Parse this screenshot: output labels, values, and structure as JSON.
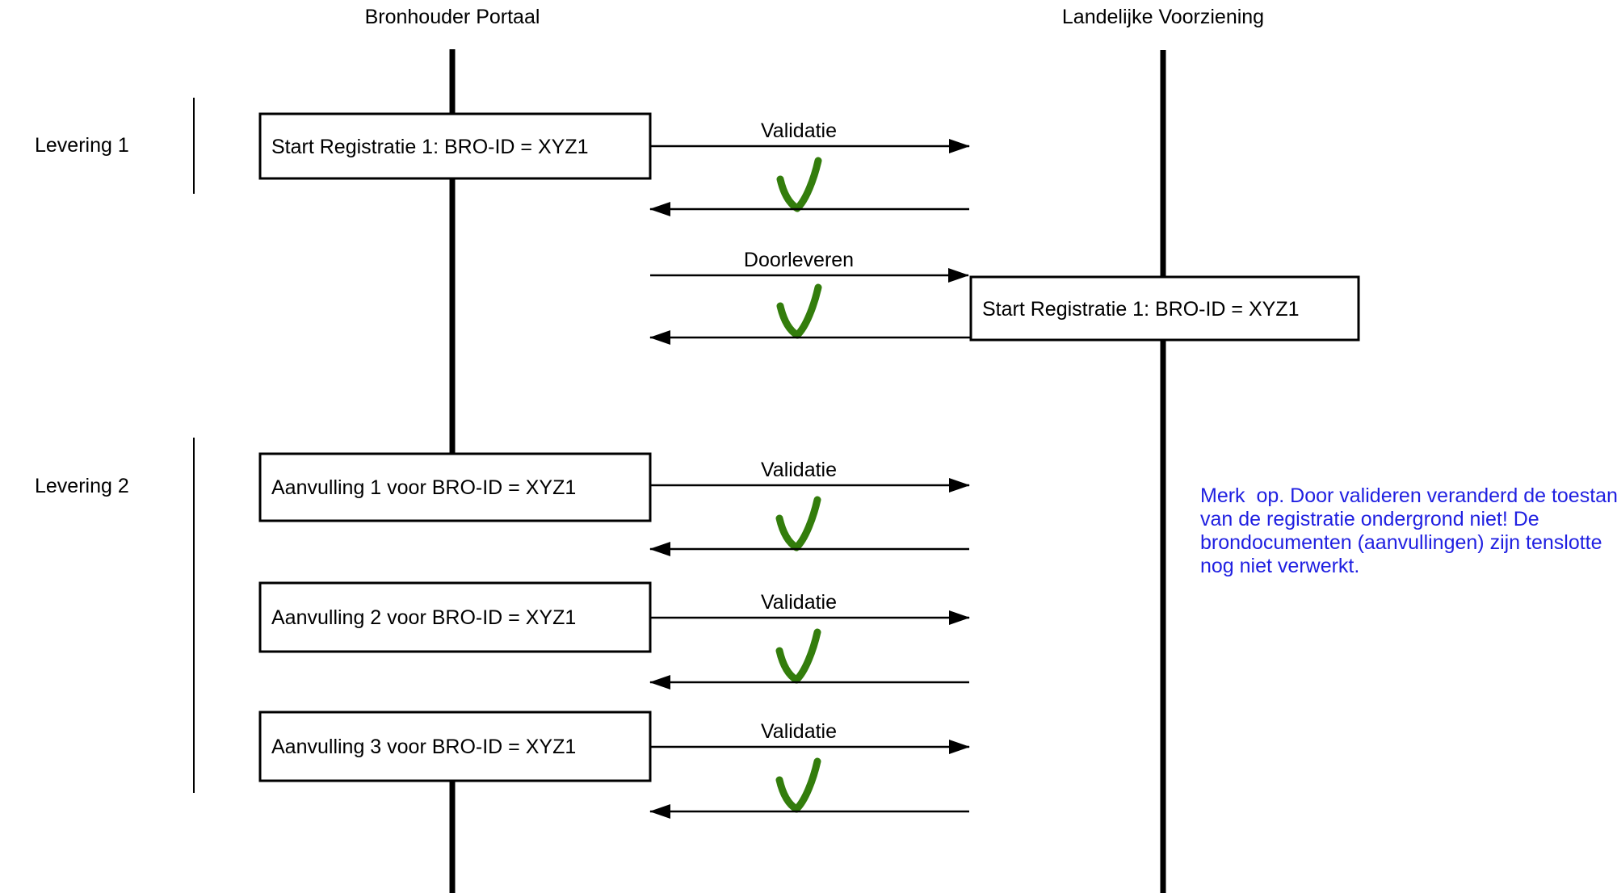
{
  "colors": {
    "background": "#ffffff",
    "line_black": "#000000",
    "check_green": "#337d0c",
    "note_blue": "#1f1fe1"
  },
  "lifelines": [
    {
      "title": "Bronhouder Portaal"
    },
    {
      "title": "Landelijke Voorziening"
    }
  ],
  "groups": [
    {
      "label": "Levering 1"
    },
    {
      "label": "Levering 2"
    }
  ],
  "boxes": [
    {
      "text": "Start Registratie 1: BRO-ID = XYZ1"
    },
    {
      "text": "Start Registratie 1: BRO-ID = XYZ1"
    },
    {
      "text": "Aanvulling 1 voor BRO-ID = XYZ1"
    },
    {
      "text": "Aanvulling 2 voor BRO-ID = XYZ1"
    },
    {
      "text": "Aanvulling 3 voor BRO-ID = XYZ1"
    }
  ],
  "messages": [
    {
      "label": "Validatie",
      "result_icon": "green-checkmark"
    },
    {
      "label": "Doorleveren",
      "result_icon": "green-checkmark"
    },
    {
      "label": "Validatie",
      "result_icon": "green-checkmark"
    },
    {
      "label": "Validatie",
      "result_icon": "green-checkmark"
    },
    {
      "label": "Validatie",
      "result_icon": "green-checkmark"
    }
  ],
  "note": {
    "lines": [
      "Merk  op. Door valideren veranderd de toestand",
      "van de registratie ondergrond niet! De",
      "brondocumenten (aanvullingen) zijn tenslotte",
      "nog niet verwerkt."
    ]
  }
}
